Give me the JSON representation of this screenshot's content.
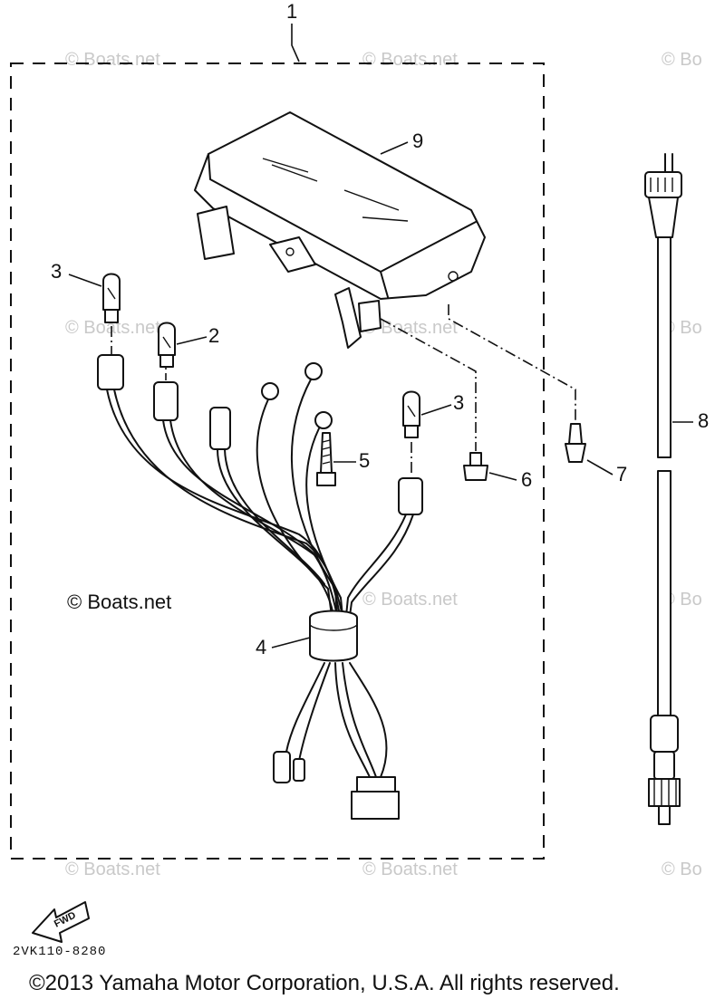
{
  "callouts": {
    "c1": "1",
    "c2": "2",
    "c3a": "3",
    "c3b": "3",
    "c4": "4",
    "c5": "5",
    "c6": "6",
    "c7": "7",
    "c8": "8",
    "c9": "9"
  },
  "watermarks": [
    "© Boats.net",
    "© Boats.net",
    "© Bo",
    "© Boats.net",
    "© Boats.net",
    "© Bo",
    "© Boats.net",
    "© Bo",
    "© Boats.net",
    "© Boats.net",
    "© Bo"
  ],
  "watermark_main": "© Boats.net",
  "fwd_label": "FWD",
  "diagram_code": "2VK110-8280",
  "copyright": "©2013 Yamaha Motor Corporation, U.S.A. All rights reserved."
}
